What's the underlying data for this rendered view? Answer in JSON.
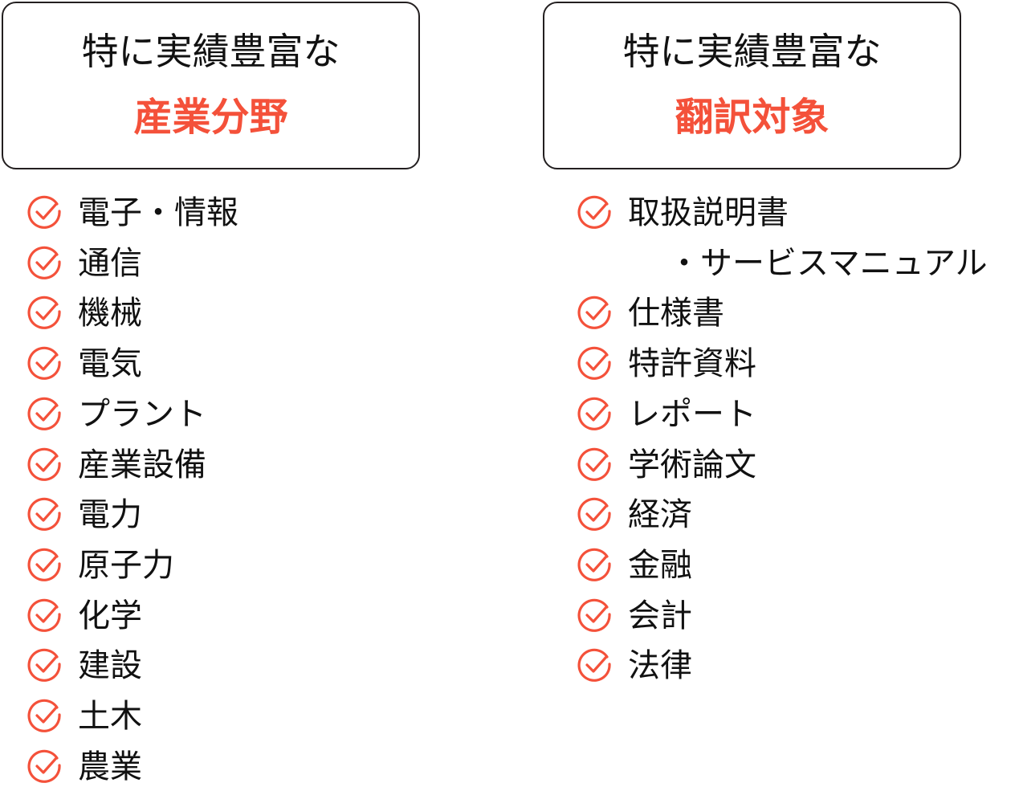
{
  "accent_color": "#f4513a",
  "check_icon": "circle-check-icon",
  "left": {
    "heading_line1": "特に実績豊富な",
    "heading_line2": "産業分野",
    "items": [
      "電子・情報",
      "通信",
      "機械",
      "電気",
      "プラント",
      "産業設備",
      "電力",
      "原子力",
      "化学",
      "建設",
      "土木",
      "農業"
    ]
  },
  "right": {
    "heading_line1": "特に実績豊富な",
    "heading_line2": "翻訳対象",
    "items": [
      {
        "label": "取扱説明書",
        "continuation": "・サービスマニュアル"
      },
      {
        "label": "仕様書"
      },
      {
        "label": "特許資料"
      },
      {
        "label": "レポート"
      },
      {
        "label": "学術論文"
      },
      {
        "label": "経済"
      },
      {
        "label": "金融"
      },
      {
        "label": "会計"
      },
      {
        "label": "法律"
      }
    ]
  }
}
